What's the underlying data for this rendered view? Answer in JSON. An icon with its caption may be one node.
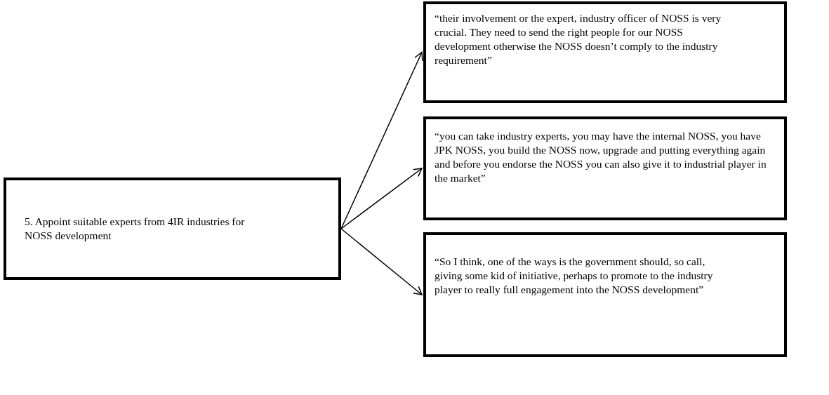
{
  "diagram": {
    "nodes": [
      {
        "text": [
          "5. Appoint suitable experts from 4IR industries for NOSS development"
        ]
      },
      {
        "text": [
          "“their involvement or the expert, industry officer of NOSS is very crucial. They need to send the right people for our NOSS development otherwise the NOSS doesn’t comply to the industry requirement”"
        ]
      },
      {
        "text": [
          "“you can take industry experts, you may have the internal NOSS, you have JPK NOSS, you build the NOSS now, upgrade and putting everything again and before you endorse the NOSS you can also give it to industrial player in the market”"
        ]
      },
      {
        "text": [
          "“So I think, one of the ways is the government should, so call, giving some kid of initiative, perhaps to promote to the industry player to really full engagement into the NOSS development”"
        ]
      }
    ],
    "edges": [
      {
        "from": 0,
        "to": 1,
        "arrow": "to"
      },
      {
        "from": 0,
        "to": 2,
        "arrow": "to"
      },
      {
        "from": 0,
        "to": 3,
        "arrow": "to"
      }
    ]
  }
}
